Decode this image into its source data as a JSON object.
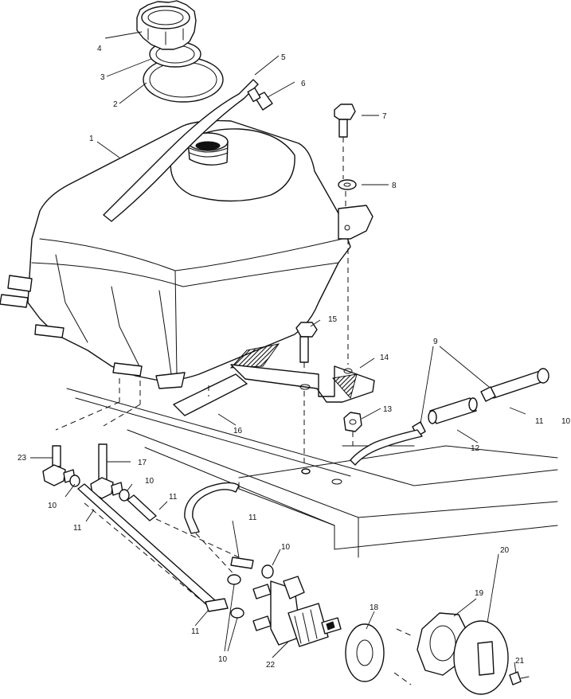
{
  "diagram": {
    "callouts": {
      "c1": "1",
      "c2": "2",
      "c3": "3",
      "c4": "4",
      "c5": "5",
      "c6": "6",
      "c7": "7",
      "c8": "8",
      "c9": "9",
      "c10a": "10",
      "c10b": "10",
      "c10c": "10",
      "c10d": "10",
      "c10e": "10",
      "c11a": "11",
      "c11b": "11",
      "c11c": "11",
      "c11d": "11",
      "c11e": "11",
      "c12": "12",
      "c13": "13",
      "c14": "14",
      "c15": "15",
      "c16": "16",
      "c17": "17",
      "c18": "18",
      "c19": "19",
      "c20": "20",
      "c21": "21",
      "c22": "22",
      "c23": "23"
    }
  }
}
